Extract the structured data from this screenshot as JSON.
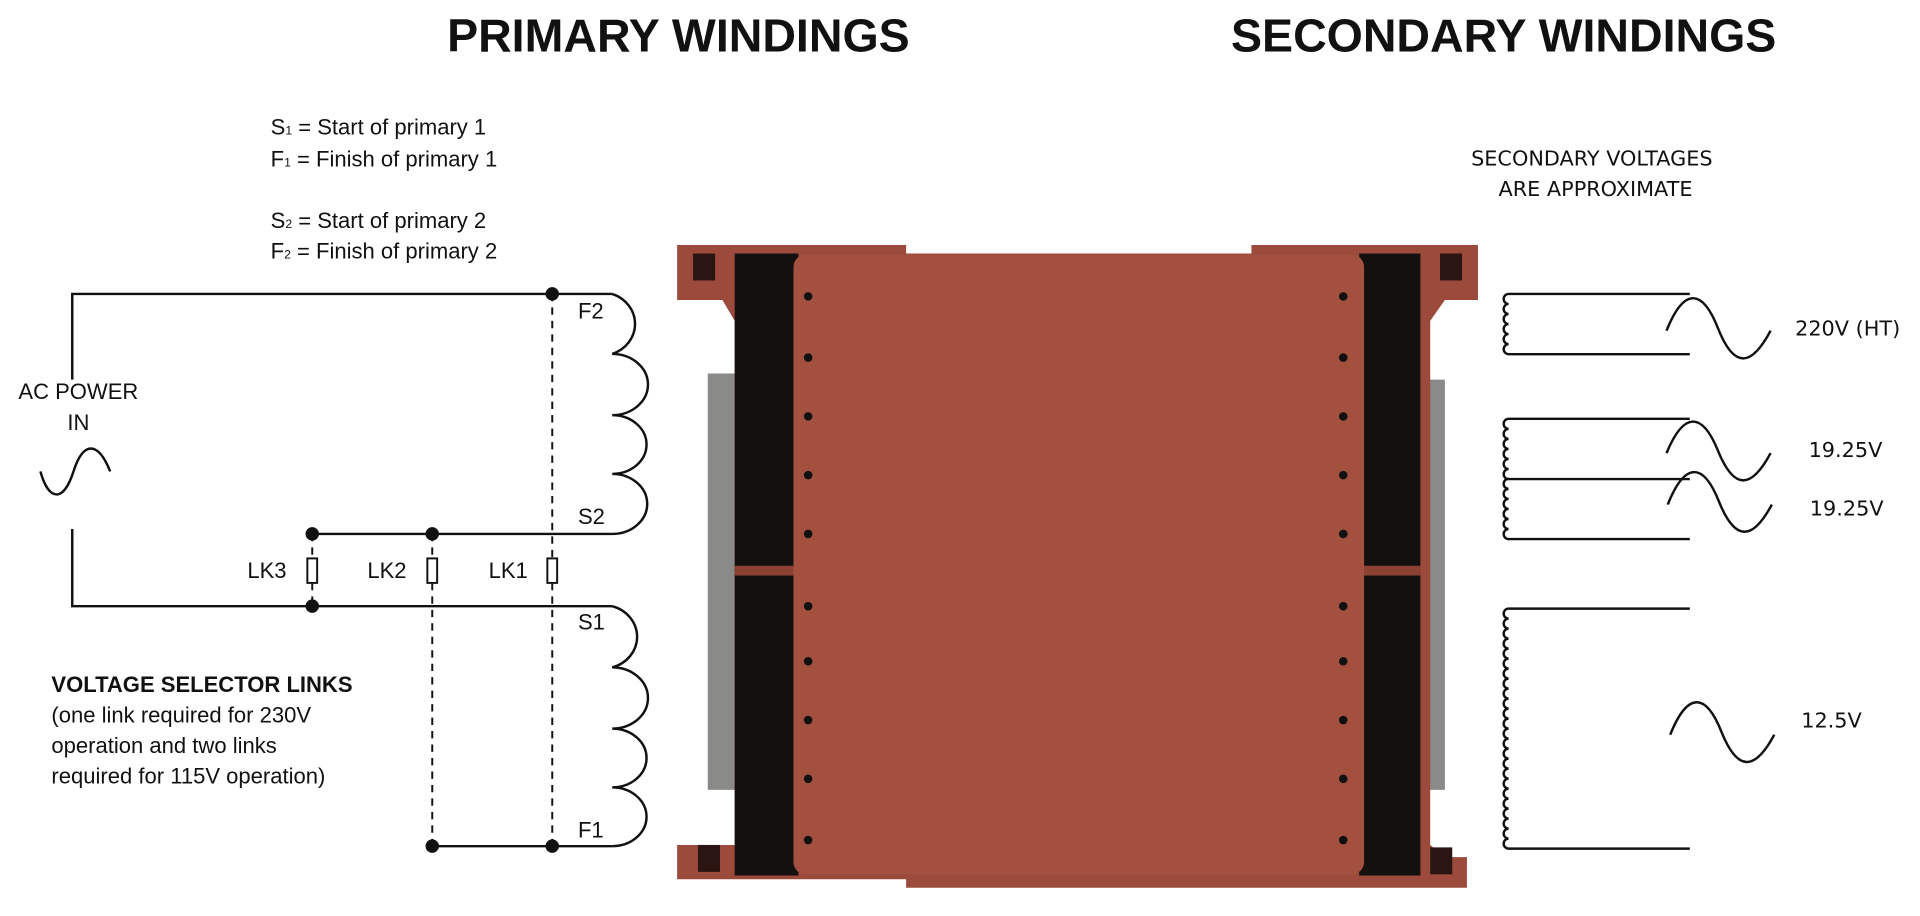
{
  "titles": {
    "primary": "PRIMARY WINDINGS",
    "secondary": "SECONDARY WINDINGS"
  },
  "legend": [
    {
      "sym": "S",
      "sub": "1",
      "text": " = Start of primary 1"
    },
    {
      "sym": "F",
      "sub": "1",
      "text": " = Finish of primary 1"
    },
    {
      "sym": "S",
      "sub": "2",
      "text": " = Start of primary 2"
    },
    {
      "sym": "F",
      "sub": "2",
      "text": " = Finish of primary 2"
    }
  ],
  "ac_power": {
    "line1": "AC POWER",
    "line2": "IN"
  },
  "terminals": {
    "f2": "F2",
    "s2": "S2",
    "s1": "S1",
    "f1": "F1"
  },
  "links": {
    "lk1": "LK1",
    "lk2": "LK2",
    "lk3": "LK3"
  },
  "selector_note": {
    "heading": "VOLTAGE SELECTOR LINKS",
    "lines": [
      "(one link required for 230V",
      "operation and two links",
      "required for 115V operation)"
    ]
  },
  "secondary_note": {
    "line1": "SECONDARY VOLTAGES",
    "line2": "ARE APPROXIMATE"
  },
  "secondary_outputs": [
    "220V (HT)",
    "19.25V",
    "19.25V",
    "12.5V"
  ],
  "colors": {
    "transformer_body": "#a3503f",
    "bobbin": "#151010",
    "core": "#8a8a88"
  }
}
